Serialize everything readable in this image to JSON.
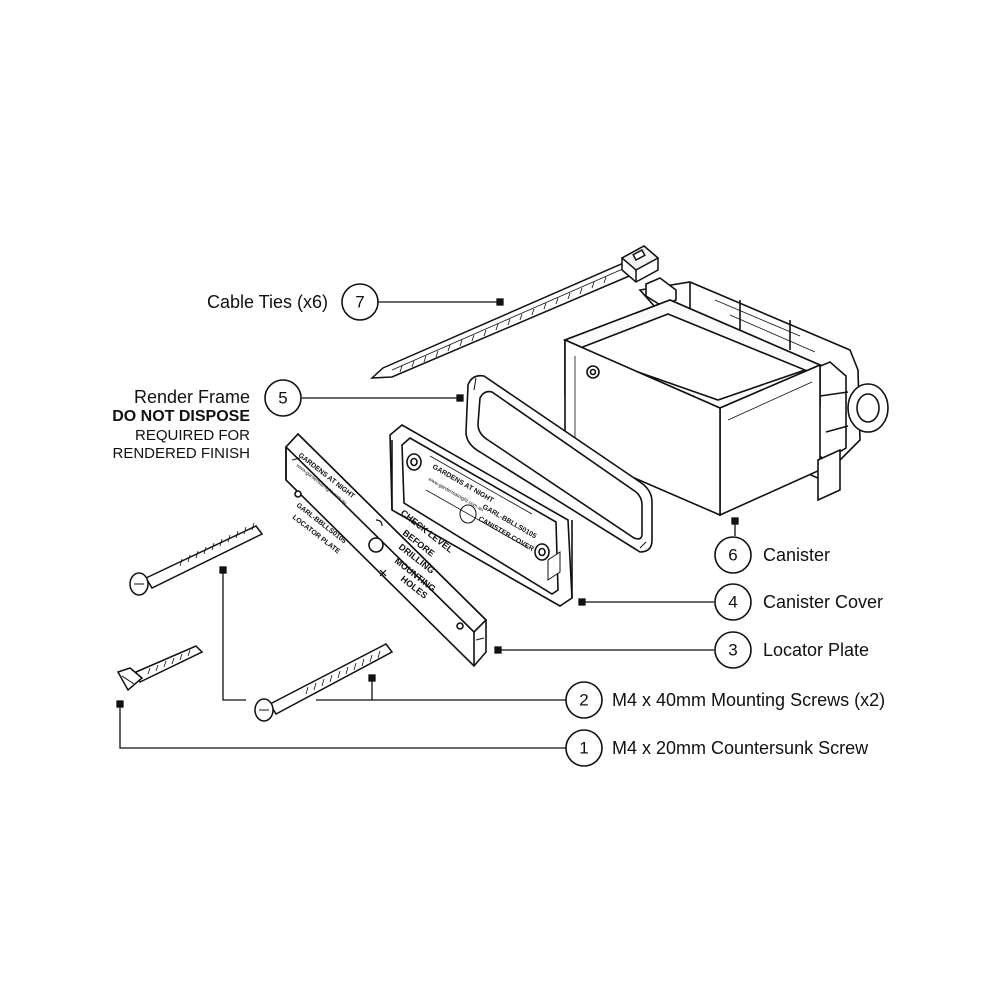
{
  "callouts": [
    {
      "number": "7",
      "label": "Cable Ties (x6)"
    },
    {
      "number": "5",
      "title": "Render Frame",
      "note_bold": "DO NOT DISPOSE",
      "note_1": "REQUIRED FOR",
      "note_2": "RENDERED FINISH"
    },
    {
      "number": "6",
      "label": "Canister"
    },
    {
      "number": "4",
      "label": "Canister Cover"
    },
    {
      "number": "3",
      "label": "Locator Plate"
    },
    {
      "number": "2",
      "label": "M4 x 40mm Mounting Screws (x2)"
    },
    {
      "number": "1",
      "label": "M4 x 20mm Countersunk Screw"
    }
  ],
  "plate_text": {
    "locator_line_1": "GARDENS AT NIGHT",
    "locator_line_2": "www.gardensatnight.com.au",
    "locator_line_3": "GARL-BBLLS0105",
    "locator_line_4": "LOCATOR PLATE",
    "check_1": "CHECK LEVEL",
    "check_2": "BEFORE",
    "check_3": "DRILLING",
    "check_4": "MOUNTING",
    "check_5": "HOLES",
    "cover_line_1": "GARDENS AT NIGHT",
    "cover_line_2": "www.gardensatnight.com.au",
    "cover_line_3": "GARL-BBLLS0105",
    "cover_line_4": "CANISTER COVER"
  }
}
